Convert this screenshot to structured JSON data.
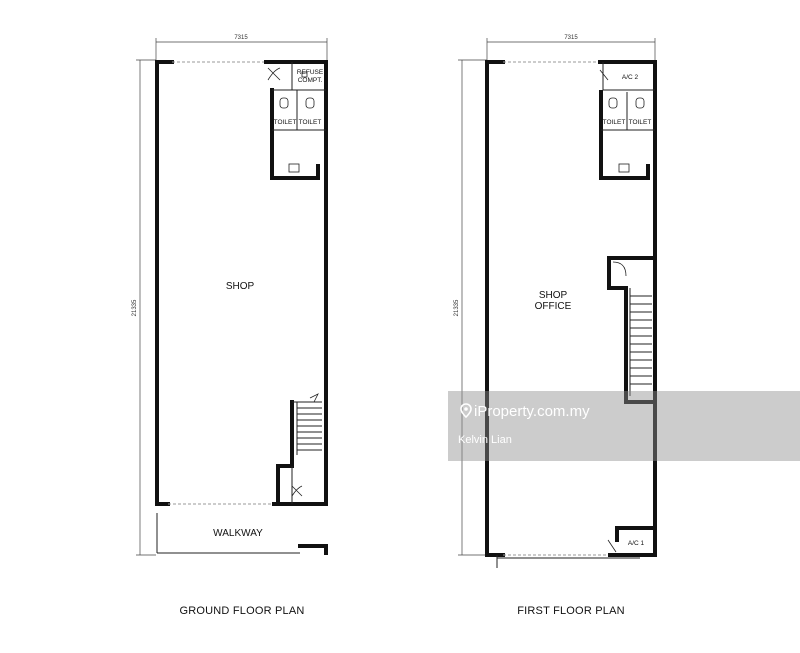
{
  "ground_floor": {
    "title": "GROUND FLOOR PLAN",
    "width_dim": "7315",
    "depth_dim": "21335",
    "rooms": {
      "shop": "SHOP",
      "walkway": "WALKWAY",
      "refuse_line1": "REFUSE",
      "refuse_line2": "COMPT.",
      "toilet_a": "TOILET",
      "toilet_b": "TOILET"
    }
  },
  "first_floor": {
    "title": "FIRST FLOOR PLAN",
    "width_dim": "7315",
    "depth_dim": "21335",
    "rooms": {
      "office_line1": "SHOP",
      "office_line2": "OFFICE",
      "ac2": "A/C 2",
      "ac1": "A/C 1",
      "toilet_a": "TOILET",
      "toilet_b": "TOILET"
    }
  },
  "watermark": {
    "brand": "iProperty.com.my",
    "agent": "Kelvin Lian",
    "icon": "location-pin-icon"
  }
}
